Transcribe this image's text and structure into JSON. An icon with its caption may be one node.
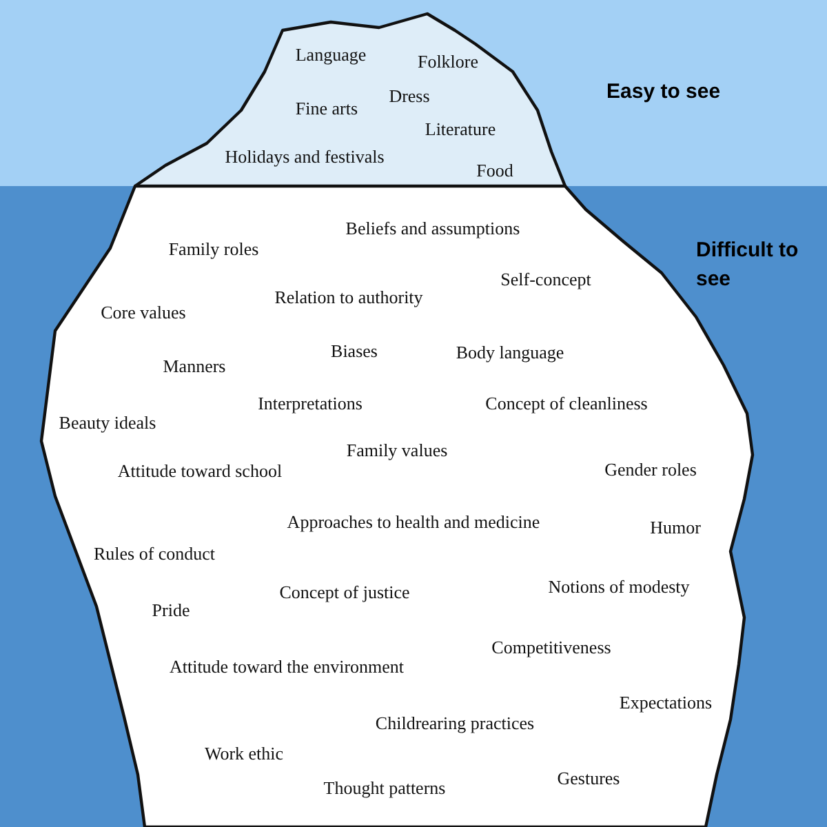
{
  "diagram": {
    "nodes": [
      {
        "text": [
          "Language",
          "Folklore",
          "Dress",
          "Fine arts",
          "Literature",
          "Holidays and festivals",
          "Food"
        ]
      },
      {
        "text": [
          "Beliefs and assumptions",
          "Family roles",
          "Self-concept",
          "Relation to authority",
          "Core values",
          "Biases",
          "Body language",
          "Manners",
          "Interpretations",
          "Concept of cleanliness",
          "Beauty ideals",
          "Family values",
          "Attitude toward school",
          "Gender roles",
          "Approaches to health and medicine",
          "Humor",
          "Rules of conduct",
          "Concept of justice",
          "Notions of modesty",
          "Pride",
          "Competitiveness",
          "Attitude toward the environment",
          "Expectations",
          "Childrearing practices",
          "Work ethic",
          "Gestures",
          "Thought patterns"
        ]
      }
    ],
    "labels": [
      "Easy to see",
      "Difficult to see"
    ]
  }
}
